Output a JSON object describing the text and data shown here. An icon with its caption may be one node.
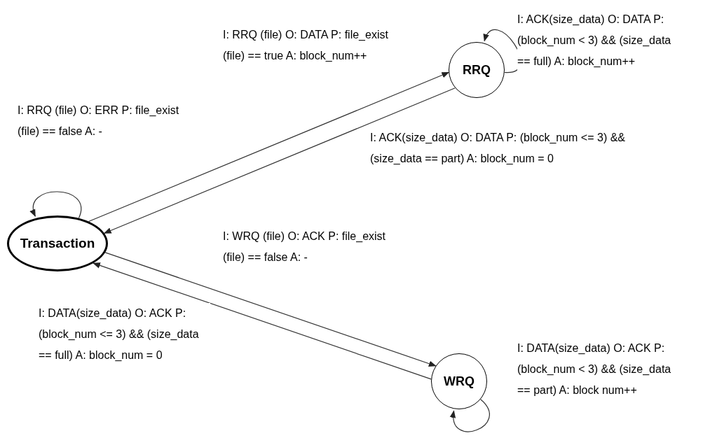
{
  "diagram": {
    "nodes": [
      {
        "text": [
          "Transaction"
        ]
      },
      {
        "text": [
          "RRQ"
        ]
      },
      {
        "text": [
          "WRQ"
        ]
      }
    ],
    "edges": [
      {
        "from": 0,
        "to": 0,
        "arrow": "to",
        "label": "I: RRQ (file) O: ERR P: file_exist (file) == false A: -"
      },
      {
        "from": 0,
        "to": 1,
        "arrow": "to",
        "label": "I: RRQ (file) O: DATA P: file_exist (file) == true A: block_num++"
      },
      {
        "from": 1,
        "to": 1,
        "arrow": "to",
        "label": "I: ACK(size_data) O: DATA P: (block_num < 3) && (size_data == full) A: block_num++"
      },
      {
        "from": 1,
        "to": 0,
        "arrow": "to",
        "label": "I: ACK(size_data) O: DATA P: (block_num <= 3) && (size_data == part) A: block_num = 0"
      },
      {
        "from": 0,
        "to": 2,
        "arrow": "to",
        "label": "I: WRQ (file) O: ACK P: file_exist (file) == false A: -"
      },
      {
        "from": 2,
        "to": 0,
        "arrow": "to",
        "label": "I: DATA(size_data) O: ACK P: (block_num <= 3) && (size_data == full) A: block_num = 0"
      },
      {
        "from": 2,
        "to": 2,
        "arrow": "to",
        "label": "I: DATA(size_data) O: ACK P: (block_num < 3) && (size_data == part) A: block num++"
      }
    ]
  }
}
